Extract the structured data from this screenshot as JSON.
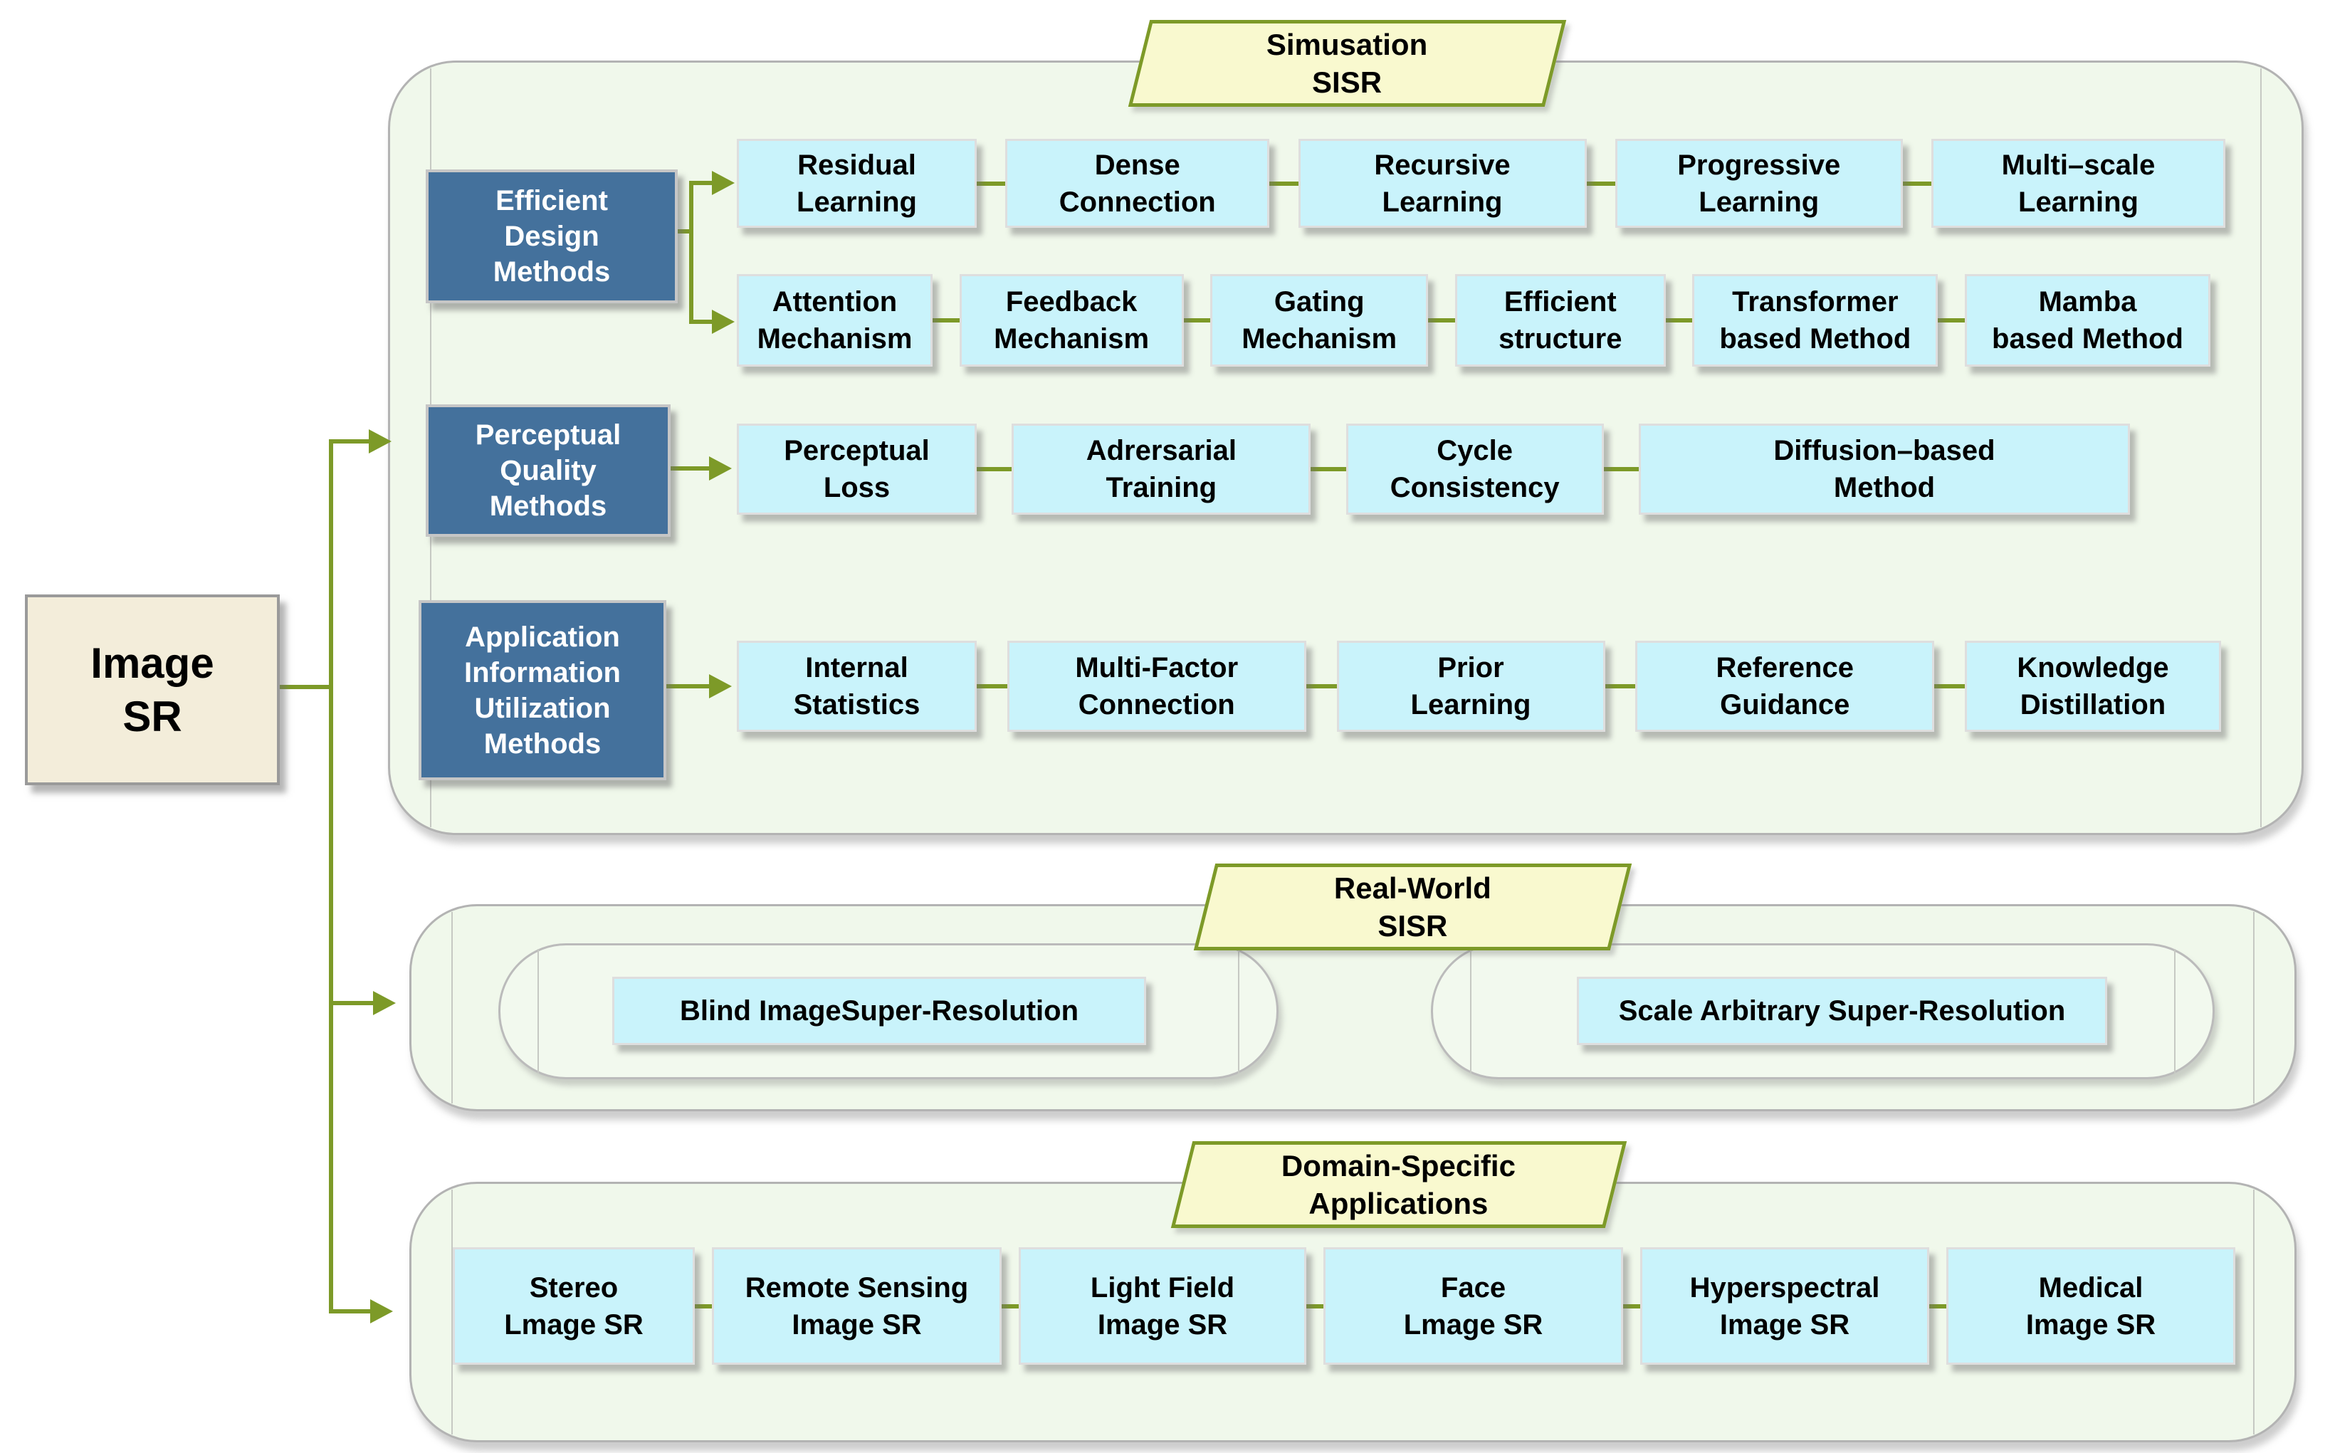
{
  "colors": {
    "connector_olive": "#7d9a28",
    "category_blue": "#44719c",
    "leaf_cyan": "#c9f3fb",
    "container_green": "#f0f8eb",
    "tag_yellow": "#f9f9cf",
    "root_beige": "#f3edda"
  },
  "root": {
    "label": "Image\nSR"
  },
  "sections": [
    {
      "tag": "Simusation\nSISR",
      "groups": [
        {
          "label": "Efficient\nDesign\nMethods",
          "row1": [
            {
              "label": "Residual\nLearning"
            },
            {
              "label": "Dense\nConnection"
            },
            {
              "label": "Recursive\nLearning"
            },
            {
              "label": "Progressive\nLearning"
            },
            {
              "label": "Multi–scale\nLearning"
            }
          ],
          "row2": [
            {
              "label": "Attention\nMechanism"
            },
            {
              "label": "Feedback\nMechanism"
            },
            {
              "label": "Gating\nMechanism"
            },
            {
              "label": "Efficient\nstructure"
            },
            {
              "label": "Transformer\nbased Method"
            },
            {
              "label": "Mamba\nbased Method"
            }
          ]
        },
        {
          "label": "Perceptual\nQuality\nMethods",
          "row1": [
            {
              "label": "Perceptual\nLoss"
            },
            {
              "label": "Adrersarial\nTraining"
            },
            {
              "label": "Cycle\nConsistency"
            },
            {
              "label": "Diffusion–based\nMethod"
            }
          ]
        },
        {
          "label": "Application\nInformation\nUtilization\nMethods",
          "row1": [
            {
              "label": "Internal\nStatistics"
            },
            {
              "label": "Multi-Factor\nConnection"
            },
            {
              "label": "Prior\nLearning"
            },
            {
              "label": "Reference\nGuidance"
            },
            {
              "label": "Knowledge\nDistillation"
            }
          ]
        }
      ]
    },
    {
      "tag": "Real-World\nSISR",
      "items": [
        {
          "label": "Blind ImageSuper-Resolution"
        },
        {
          "label": "Scale Arbitrary Super-Resolution"
        }
      ]
    },
    {
      "tag": "Domain-Specific\nApplications",
      "items": [
        {
          "label": "Stereo\nLmage SR"
        },
        {
          "label": "Remote Sensing\nImage SR"
        },
        {
          "label": "Light Field\nImage SR"
        },
        {
          "label": "Face\nLmage SR"
        },
        {
          "label": "Hyperspectral\nImage SR"
        },
        {
          "label": "Medical\nImage SR"
        }
      ]
    }
  ]
}
